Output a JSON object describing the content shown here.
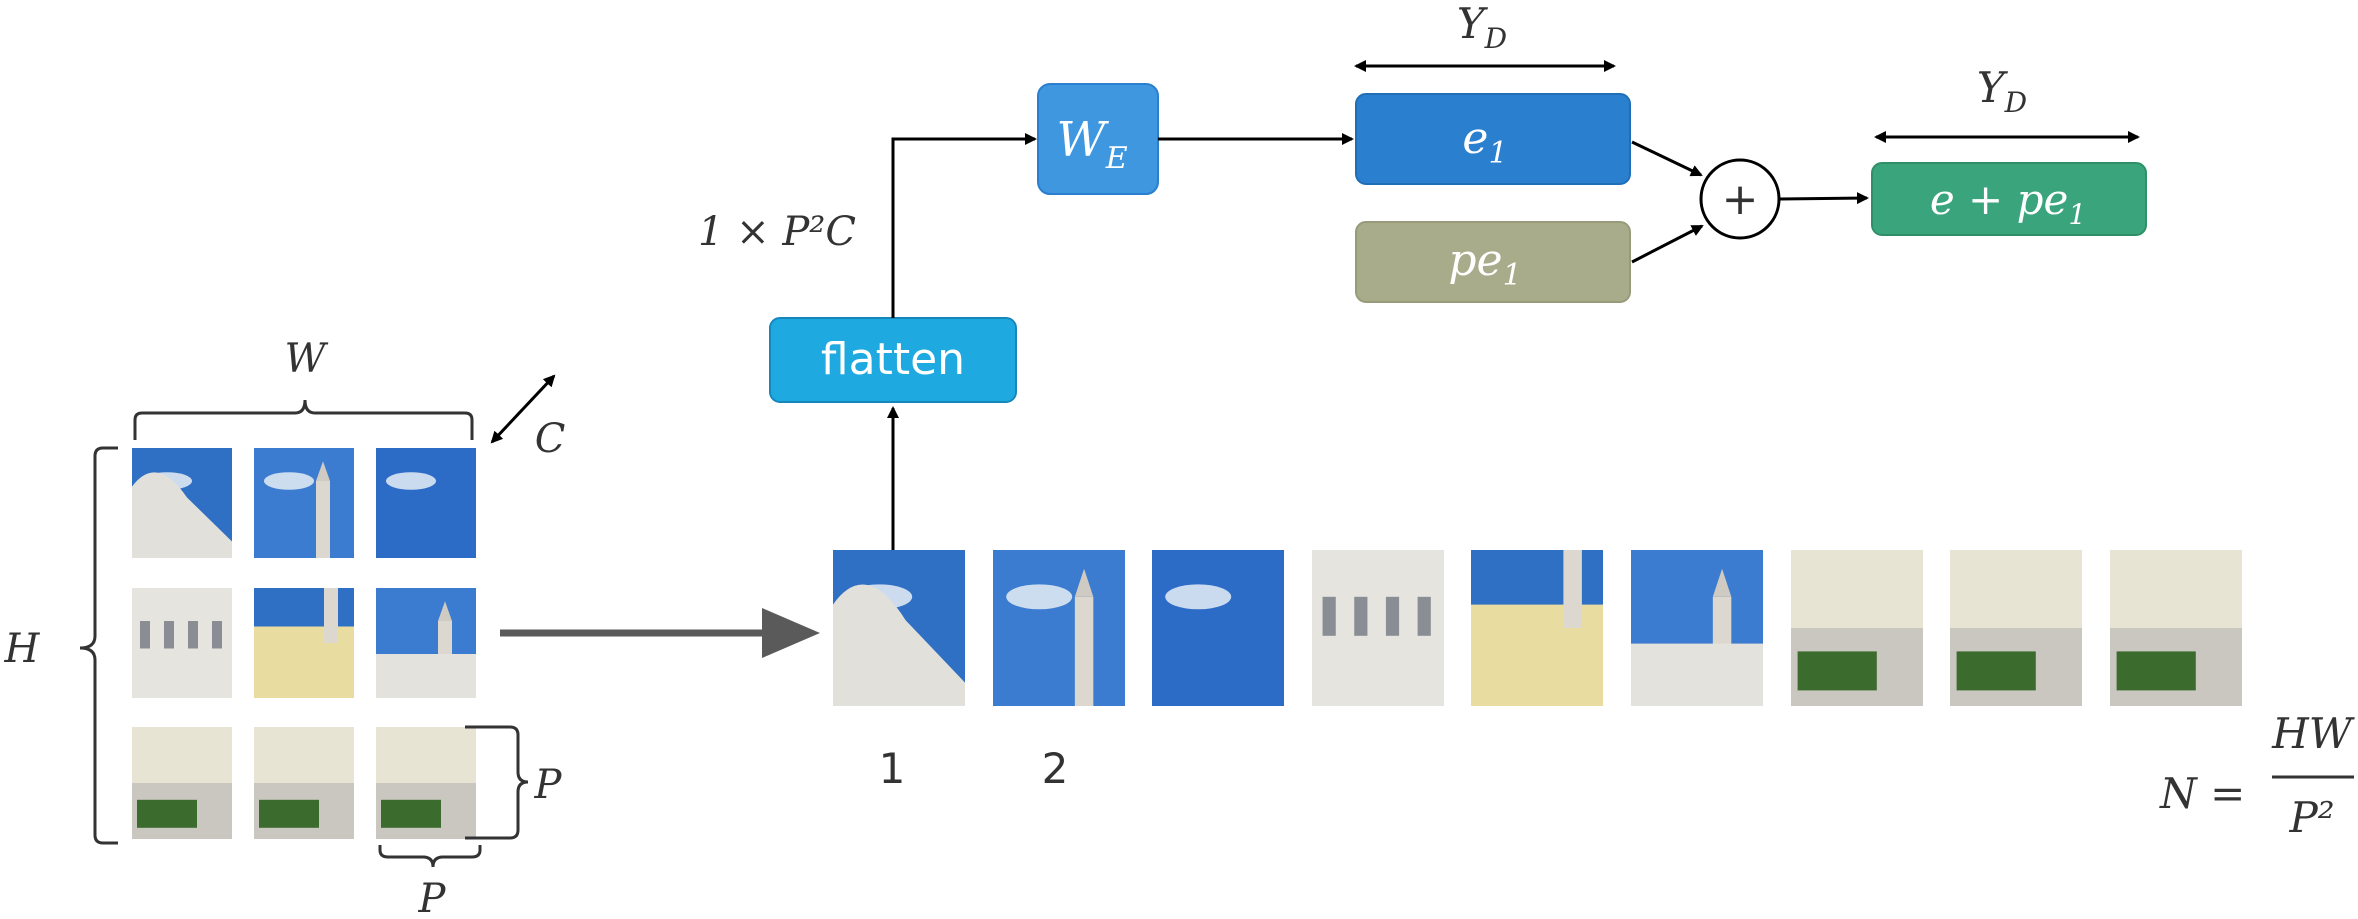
{
  "grid": {
    "width_label": "W",
    "height_label": "H",
    "channel_label": "C",
    "patch_width_label": "P",
    "patch_height_label": "P"
  },
  "sequence": {
    "index_labels": [
      "1",
      "2"
    ],
    "count_formula": {
      "lhs": "N =",
      "numerator": "HW",
      "denominator": "P²"
    },
    "patches": [
      {
        "sky": "#2f6fc4",
        "scene": "dome"
      },
      {
        "sky": "#3b7bd0",
        "scene": "tower-cloud"
      },
      {
        "sky": "#2c6bc6",
        "scene": "sky"
      },
      {
        "sky": "#cfd3da",
        "scene": "facade"
      },
      {
        "sky": "#2f6fc4",
        "scene": "yellow-building"
      },
      {
        "sky": "#3b7bd0",
        "scene": "tower-facade"
      },
      {
        "sky": "#d7d9dc",
        "scene": "street"
      },
      {
        "sky": "#d7d9dc",
        "scene": "garden"
      },
      {
        "sky": "#e0e2e4",
        "scene": "garden-road"
      }
    ]
  },
  "pipeline": {
    "flatten_label": "flatten",
    "dim_label": "1 × P²C",
    "weight_label": "W",
    "weight_sub": "E",
    "embedding_label": "e",
    "embedding_sub": "1",
    "position_label": "pe",
    "position_sub": "1",
    "plus_symbol": "+",
    "output_label": "e + pe",
    "output_sub": "1",
    "width_label_1": "Y",
    "width_sub_1": "D",
    "width_label_2": "Y",
    "width_sub_2": "D"
  },
  "colors": {
    "flatten": "#1fa9e1",
    "weight": "#3f97e0",
    "embedding": "#2a7fcf",
    "position": "#a9ac8b",
    "output": "#3aa57d",
    "arrow": "#000000",
    "big_arrow": "#5a5a5a"
  }
}
